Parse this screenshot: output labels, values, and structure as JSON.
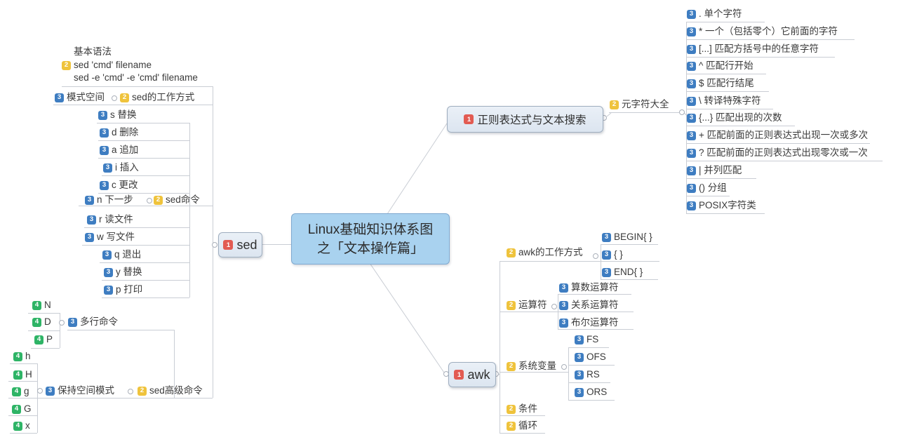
{
  "title": {
    "line1": "Linux基础知识体系图",
    "line2": "之「文本操作篇」"
  },
  "colors": {
    "badge_red": "#e25b52",
    "badge_yellow": "#efc33c",
    "badge_blue": "#3e7dc1",
    "badge_green": "#2eb466",
    "root_fill": "#a9d2ef",
    "root_border": "#7fa9d0",
    "node_fill": "#dce5f0",
    "node_border": "#9faebf",
    "line": "#c9cdd4",
    "text": "#3a3a3a"
  },
  "sed_branch": {
    "node": {
      "badge": "1",
      "label": "sed"
    },
    "basic_syntax": {
      "title": "基本语法",
      "badge": "2",
      "cmd1": "sed 'cmd' filename",
      "cmd2": "sed -e 'cmd' -e 'cmd' filename"
    },
    "pattern_space": {
      "badge": "3",
      "label": "模式空间"
    },
    "work_mode": {
      "badge": "2",
      "label": "sed的工作方式"
    },
    "commands_group": {
      "badge": "2",
      "label": "sed命令"
    },
    "commands": [
      {
        "badge": "3",
        "label": "s 替换"
      },
      {
        "badge": "3",
        "label": "d 删除"
      },
      {
        "badge": "3",
        "label": "a 追加"
      },
      {
        "badge": "3",
        "label": "i 插入"
      },
      {
        "badge": "3",
        "label": "c 更改"
      },
      {
        "badge": "3",
        "label": "n 下一步"
      },
      {
        "badge": "3",
        "label": "r 读文件"
      },
      {
        "badge": "3",
        "label": "w 写文件"
      },
      {
        "badge": "3",
        "label": "q 退出"
      },
      {
        "badge": "3",
        "label": "y 替换"
      },
      {
        "badge": "3",
        "label": "p 打印"
      }
    ],
    "advanced_group": {
      "badge": "2",
      "label": "sed高级命令"
    },
    "multiline_group": {
      "badge": "3",
      "label": "多行命令"
    },
    "multiline_commands": [
      {
        "badge": "4",
        "label": "N"
      },
      {
        "badge": "4",
        "label": "D"
      },
      {
        "badge": "4",
        "label": "P"
      }
    ],
    "hold_space_group": {
      "badge": "3",
      "label": "保持空间模式"
    },
    "hold_space_commands": [
      {
        "badge": "4",
        "label": "h"
      },
      {
        "badge": "4",
        "label": "H"
      },
      {
        "badge": "4",
        "label": "g"
      },
      {
        "badge": "4",
        "label": "G"
      },
      {
        "badge": "4",
        "label": "x"
      }
    ]
  },
  "regex_branch": {
    "node": {
      "badge": "1",
      "label": "正则表达式与文本搜索"
    },
    "metachar_group": {
      "badge": "2",
      "label": "元字符大全"
    },
    "metachars": [
      {
        "badge": "3",
        "label": ". 单个字符"
      },
      {
        "badge": "3",
        "label": "* 一个（包括零个）它前面的字符"
      },
      {
        "badge": "3",
        "label": "[...] 匹配方括号中的任意字符"
      },
      {
        "badge": "3",
        "label": "^ 匹配行开始"
      },
      {
        "badge": "3",
        "label": "$ 匹配行结尾"
      },
      {
        "badge": "3",
        "label": "\\ 转译特殊字符"
      },
      {
        "badge": "3",
        "label": "{...} 匹配出现的次数"
      },
      {
        "badge": "3",
        "label": "+ 匹配前面的正则表达式出现一次或多次"
      },
      {
        "badge": "3",
        "label": "? 匹配前面的正则表达式出现零次或一次"
      },
      {
        "badge": "3",
        "label": "| 并列匹配"
      },
      {
        "badge": "3",
        "label": "() 分组"
      },
      {
        "badge": "3",
        "label": "POSIX字符类"
      }
    ]
  },
  "awk_branch": {
    "node": {
      "badge": "1",
      "label": "awk"
    },
    "work_mode": {
      "badge": "2",
      "label": "awk的工作方式"
    },
    "work_mode_items": [
      {
        "badge": "3",
        "label": "BEGIN{ }"
      },
      {
        "badge": "3",
        "label": "{ }"
      },
      {
        "badge": "3",
        "label": "END{ }"
      }
    ],
    "operators": {
      "badge": "2",
      "label": "运算符"
    },
    "operator_items": [
      {
        "badge": "3",
        "label": "算数运算符"
      },
      {
        "badge": "3",
        "label": "关系运算符"
      },
      {
        "badge": "3",
        "label": "布尔运算符"
      }
    ],
    "sys_vars": {
      "badge": "2",
      "label": "系统变量"
    },
    "sys_var_items": [
      {
        "badge": "3",
        "label": "FS"
      },
      {
        "badge": "3",
        "label": "OFS"
      },
      {
        "badge": "3",
        "label": "RS"
      },
      {
        "badge": "3",
        "label": "ORS"
      }
    ],
    "condition": {
      "badge": "2",
      "label": "条件"
    },
    "loop": {
      "badge": "2",
      "label": "循环"
    }
  }
}
